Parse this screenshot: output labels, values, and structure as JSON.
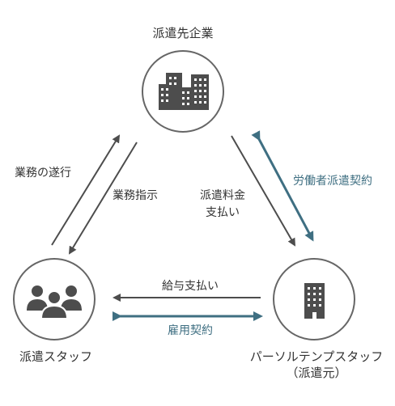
{
  "nodes": {
    "dispatch_destination": {
      "label": "派遣先企業"
    },
    "staff": {
      "label": "派遣スタッフ"
    },
    "agency": {
      "label_line1": "パーソルテンプスタッフ",
      "label_line2": "（派遣元）"
    }
  },
  "relations": {
    "task_performance": "業務の遂行",
    "work_instructions": "業務指示",
    "fee_payment_line1": "派遣料金",
    "fee_payment_line2": "支払い",
    "dispatch_contract": "労働者派遣契約",
    "salary_payment": "給与支払い",
    "employment_contract": "雇用契約"
  },
  "colors": {
    "dark": "#4d4d4d",
    "teal": "#3f6f82",
    "circle_stroke": "#666666"
  }
}
